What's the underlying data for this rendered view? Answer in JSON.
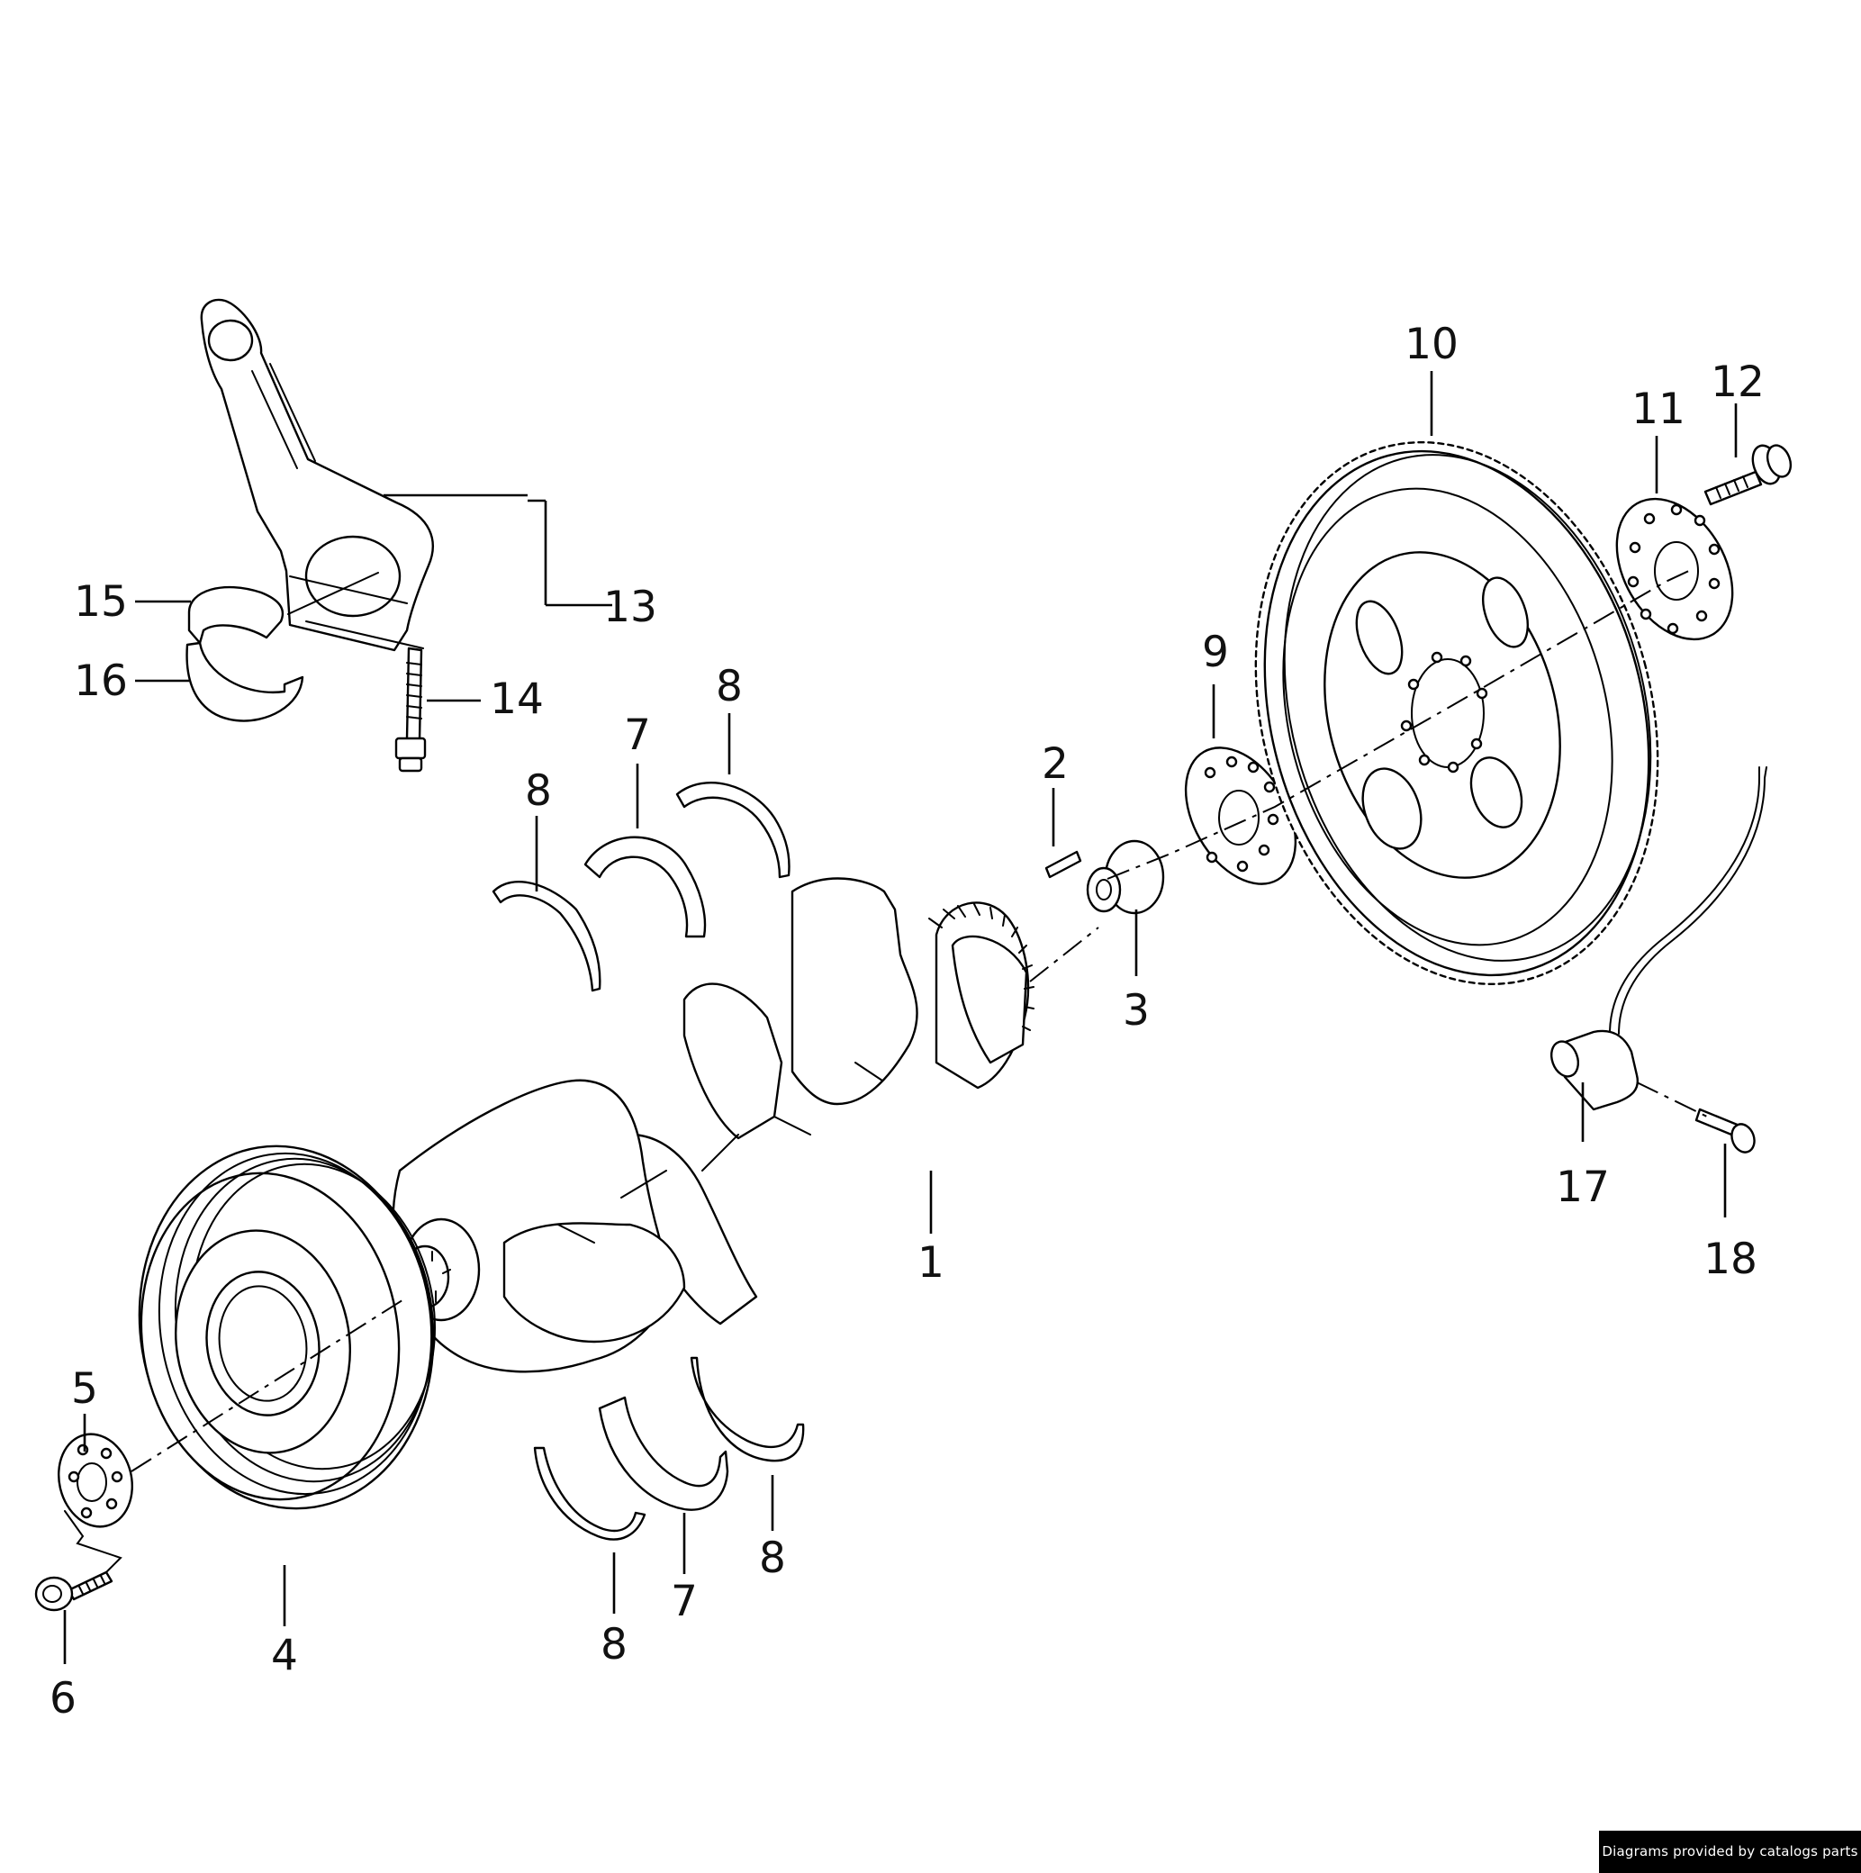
{
  "diagram": {
    "callouts": [
      {
        "id": "c1",
        "text": "1"
      },
      {
        "id": "c2",
        "text": "2"
      },
      {
        "id": "c3",
        "text": "3"
      },
      {
        "id": "c4",
        "text": "4"
      },
      {
        "id": "c5",
        "text": "5"
      },
      {
        "id": "c6",
        "text": "6"
      },
      {
        "id": "c7a",
        "text": "7"
      },
      {
        "id": "c7b",
        "text": "7"
      },
      {
        "id": "c8a",
        "text": "8"
      },
      {
        "id": "c8b",
        "text": "8"
      },
      {
        "id": "c8c",
        "text": "8"
      },
      {
        "id": "c8d",
        "text": "8"
      },
      {
        "id": "c9",
        "text": "9"
      },
      {
        "id": "c10",
        "text": "10"
      },
      {
        "id": "c11",
        "text": "11"
      },
      {
        "id": "c12",
        "text": "12"
      },
      {
        "id": "c13",
        "text": "13"
      },
      {
        "id": "c14",
        "text": "14"
      },
      {
        "id": "c15",
        "text": "15"
      },
      {
        "id": "c16",
        "text": "16"
      },
      {
        "id": "c17",
        "text": "17"
      },
      {
        "id": "c18",
        "text": "18"
      }
    ],
    "credit": "Diagrams provided by catalogs parts"
  }
}
